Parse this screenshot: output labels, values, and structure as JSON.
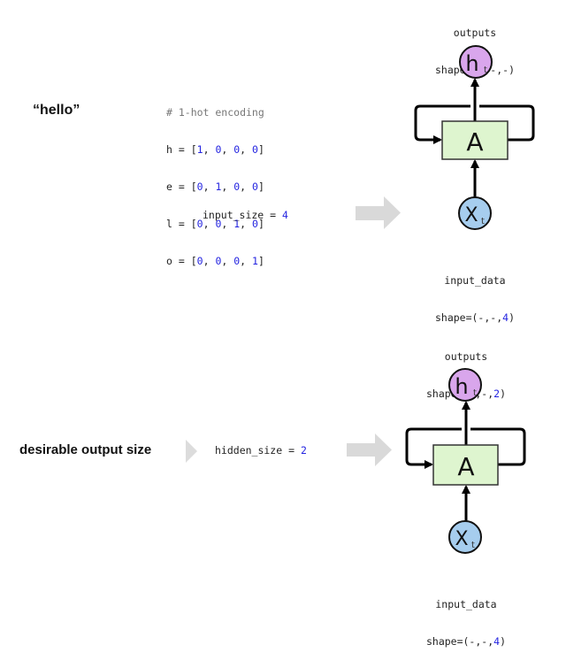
{
  "top": {
    "word_label": "“hello”",
    "encoding": {
      "comment": "# 1-hot encoding",
      "rows": [
        {
          "char": "h",
          "vector": [
            "1",
            "0",
            "0",
            "0"
          ]
        },
        {
          "char": "e",
          "vector": [
            "0",
            "1",
            "0",
            "0"
          ]
        },
        {
          "char": "l",
          "vector": [
            "0",
            "0",
            "1",
            "0"
          ]
        },
        {
          "char": "o",
          "vector": [
            "0",
            "0",
            "0",
            "1"
          ]
        }
      ]
    },
    "param": {
      "name": "input_size = ",
      "value": "4"
    },
    "rnn": {
      "output_label": "outputs",
      "output_shape_prefix": "shape=(-,-,",
      "output_shape_value": "-",
      "output_shape_suffix": ")",
      "cell_label": "A",
      "hidden_node": "h",
      "hidden_sub": "t",
      "input_node": "X",
      "input_sub": "t",
      "input_label": "input_data",
      "input_shape_prefix": "shape=(-,-,",
      "input_shape_value": "4",
      "input_shape_suffix": ")"
    }
  },
  "bottom": {
    "desc_label": "desirable output size",
    "param": {
      "name": "hidden_size = ",
      "value": "2"
    },
    "rnn": {
      "output_label": "outputs",
      "output_shape_prefix": "shape=(-,-,",
      "output_shape_value": "2",
      "output_shape_suffix": ")",
      "cell_label": "A",
      "hidden_node": "h",
      "hidden_sub": "t",
      "input_node": "X",
      "input_sub": "t",
      "input_label": "input_data",
      "input_shape_prefix": "shape=(-,-,",
      "input_shape_value": "4",
      "input_shape_suffix": ")"
    }
  },
  "colors": {
    "hidden_fill": "#d9a6ec",
    "input_fill": "#a6cdee",
    "cell_fill": "#def5cf",
    "number_blue": "#2424e0",
    "arrow_gray": "#d9d9d9"
  }
}
